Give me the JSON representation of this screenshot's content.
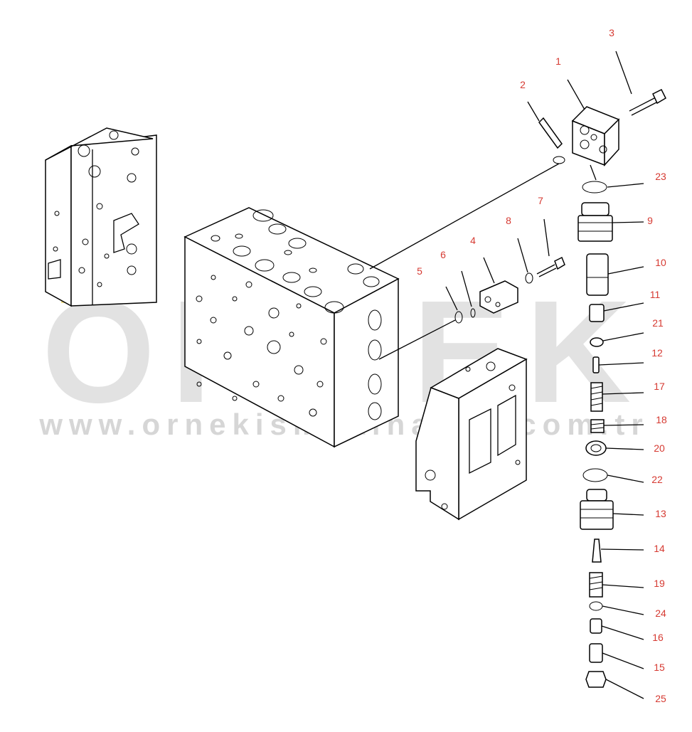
{
  "watermark": {
    "word": "ÖRNEK",
    "url": "www.ornekismakinalari.com.tr",
    "dot_color": "#f3e08a",
    "text_color": "#e2e2e2"
  },
  "callout_color": "#d63a32",
  "callouts": [
    "1",
    "2",
    "3",
    "4",
    "5",
    "6",
    "7",
    "8",
    "9",
    "10",
    "11",
    "12",
    "13",
    "14",
    "15",
    "16",
    "17",
    "18",
    "19",
    "20",
    "21",
    "22",
    "23",
    "24",
    "25"
  ]
}
